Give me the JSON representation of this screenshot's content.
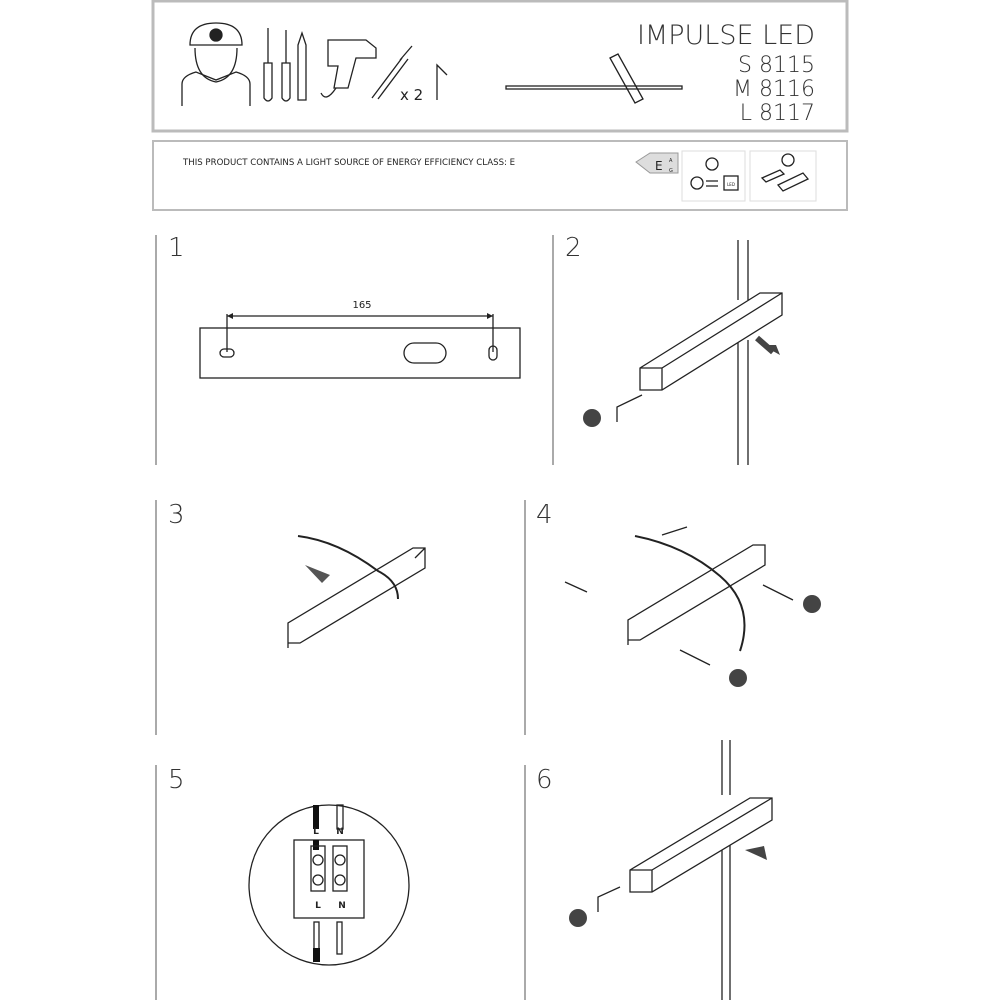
{
  "header": {
    "product_name": "IMPULSE LED",
    "models": [
      "S 8115",
      "M 8116",
      "L 8117"
    ],
    "quantity_label": "x 2"
  },
  "energy": {
    "notice": "THIS PRODUCT CONTAINS A LIGHT SOURCE OF ENERGY EFFICIENCY CLASS: E",
    "class": "E",
    "scale_top": "A",
    "scale_bottom": "G",
    "led_label": "LED"
  },
  "steps": [
    {
      "number": "1",
      "dimension": "165"
    },
    {
      "number": "2"
    },
    {
      "number": "3"
    },
    {
      "number": "4"
    },
    {
      "number": "5",
      "terminal_labels": [
        "L",
        "N"
      ]
    },
    {
      "number": "6"
    }
  ]
}
